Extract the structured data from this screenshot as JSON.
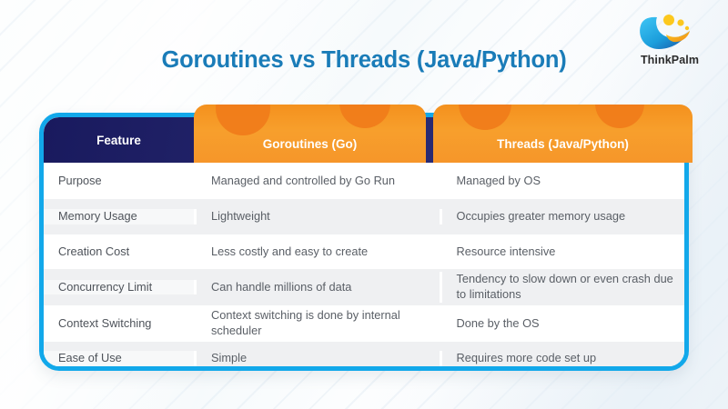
{
  "slide": {
    "title": "Goroutines vs Threads (Java/Python)",
    "accent_cyan": "#12a8ea",
    "accent_navy": "#26276e",
    "accent_orange": "#f6962a",
    "title_color": "#1a7cb8"
  },
  "logo": {
    "name": "thinkpalm-logo",
    "text": "ThinkPalm",
    "swoosh_color": "#1b9ddb",
    "crescent_color": "#f5a623",
    "dot_color": "#fcc81e"
  },
  "table": {
    "headers": [
      {
        "label": "Feature",
        "style": "navy"
      },
      {
        "label": "Goroutines (Go)",
        "style": "orange"
      },
      {
        "label": "Threads (Java/Python)",
        "style": "orange"
      }
    ],
    "rows": [
      {
        "feature": "Purpose",
        "goroutines": "Managed and controlled by Go Run",
        "threads": "Managed by OS"
      },
      {
        "feature": "Memory Usage",
        "goroutines": "Lightweight",
        "threads": "Occupies greater memory usage"
      },
      {
        "feature": "Creation Cost",
        "goroutines": "Less costly and easy to create",
        "threads": "Resource intensive"
      },
      {
        "feature": "Concurrency Limit",
        "goroutines": "Can handle millions of data",
        "threads": "Tendency to slow down or even crash due to limitations"
      },
      {
        "feature": "Context Switching",
        "goroutines": "Context switching is done by internal scheduler",
        "threads": "Done by the OS"
      },
      {
        "feature": "Ease of Use",
        "goroutines": "Simple",
        "threads": "Requires more code set up"
      }
    ]
  }
}
